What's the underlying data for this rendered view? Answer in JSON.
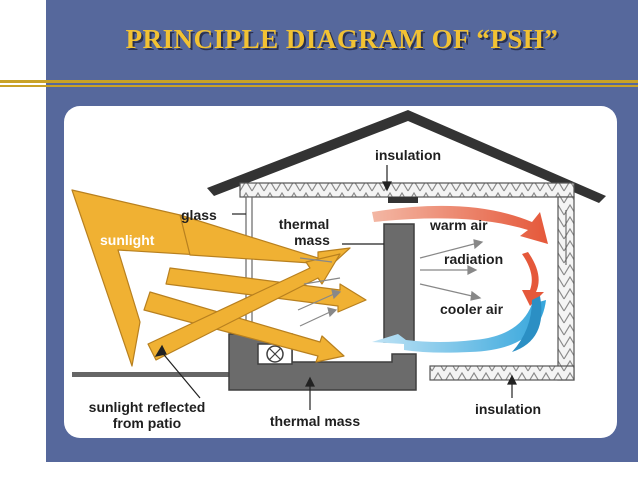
{
  "slide": {
    "title": "PRINCIPLE DIAGRAM OF “PSH”"
  },
  "diagram": {
    "labels": {
      "insulation_top": "insulation",
      "glass": "glass",
      "sunlight": "sunlight",
      "thermal_mass_top_line1": "thermal",
      "thermal_mass_top_line2": "mass",
      "warm_air": "warm air",
      "radiation": "radiation",
      "cooler_air": "cooler air",
      "sunlight_reflected_line1": "sunlight reflected",
      "sunlight_reflected_line2": "from patio",
      "thermal_mass_bottom": "thermal mass",
      "insulation_bottom": "insulation"
    },
    "colors": {
      "slide_background": "#56689c",
      "title_gold": "#f2c233",
      "sunlight": "#f0b133",
      "warm_air": "#e5583a",
      "cool_air": "#36a6dc",
      "thermal_mass": "#6b6b6b",
      "roof": "#333333"
    }
  }
}
